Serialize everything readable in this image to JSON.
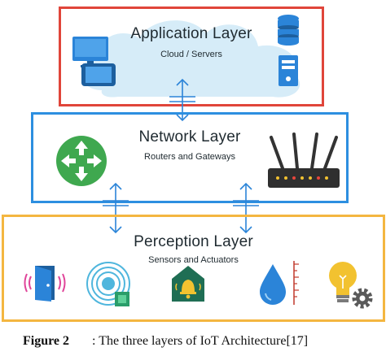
{
  "layers": {
    "application": {
      "title": "Application Layer",
      "subtitle": "Cloud / Servers"
    },
    "network": {
      "title": "Network Layer",
      "subtitle": "Routers and Gateways"
    },
    "perception": {
      "title": "Perception Layer",
      "subtitle": "Sensors and Actuators"
    }
  },
  "icons": {
    "application": [
      "monitor-icon",
      "tablet-icon",
      "cloud-icon",
      "database-icon",
      "server-icon"
    ],
    "network": [
      "router-icon",
      "wireless-router-icon"
    ],
    "perception": [
      "door-sensor-icon",
      "proximity-sensor-icon",
      "alarm-bell-icon",
      "water-level-icon",
      "smart-bulb-icon"
    ]
  },
  "colors": {
    "application_border": "#e0453a",
    "network_border": "#2d8fe0",
    "perception_border": "#f4b640",
    "cloud": "#d6ecf8",
    "icon_blue": "#2b84d8",
    "router_green": "#3fa84f"
  },
  "caption": {
    "label": "Figure 2",
    "text": ": The three layers of IoT Architecture[17]"
  }
}
